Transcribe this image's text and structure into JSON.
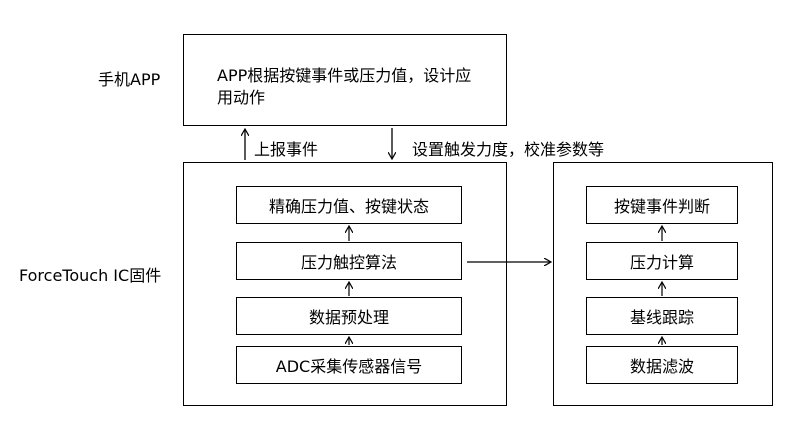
{
  "labels": {
    "phone_app": "手机APP",
    "firmware": "ForceTouch IC固件"
  },
  "app_box": {
    "text": "APP根据按键事件或压力值，设计应用动作"
  },
  "arrows": {
    "up_label": "上报事件",
    "down_label": "设置触发力度，校准参数等"
  },
  "firmware_blocks": [
    "精确压力值、按键状态",
    "压力触控算法",
    "数据预处理",
    "ADC采集传感器信号"
  ],
  "event_blocks": [
    "按键事件判断",
    "压力计算",
    "基线跟踪",
    "数据滤波"
  ]
}
